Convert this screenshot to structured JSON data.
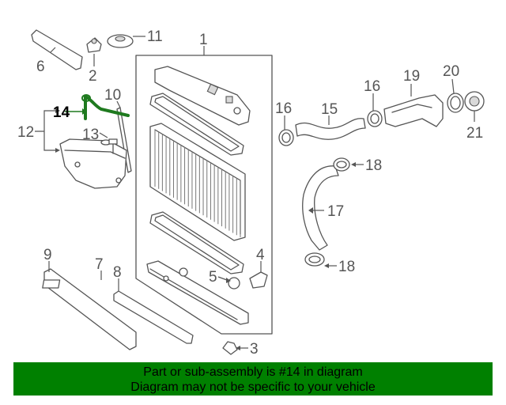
{
  "callouts": [
    "1",
    "2",
    "3",
    "4",
    "5",
    "6",
    "7",
    "8",
    "9",
    "10",
    "11",
    "12",
    "13",
    "14",
    "15",
    "16",
    "16",
    "17",
    "18",
    "18",
    "19",
    "20",
    "21"
  ],
  "highlight_part": "14",
  "colors": {
    "banner": "#008000",
    "highlight": "#1f7a1f",
    "line": "#555555"
  },
  "banner": {
    "line1": "Part or sub-assembly is #14 in diagram",
    "line2": "Diagram may not be specific to your vehicle"
  }
}
